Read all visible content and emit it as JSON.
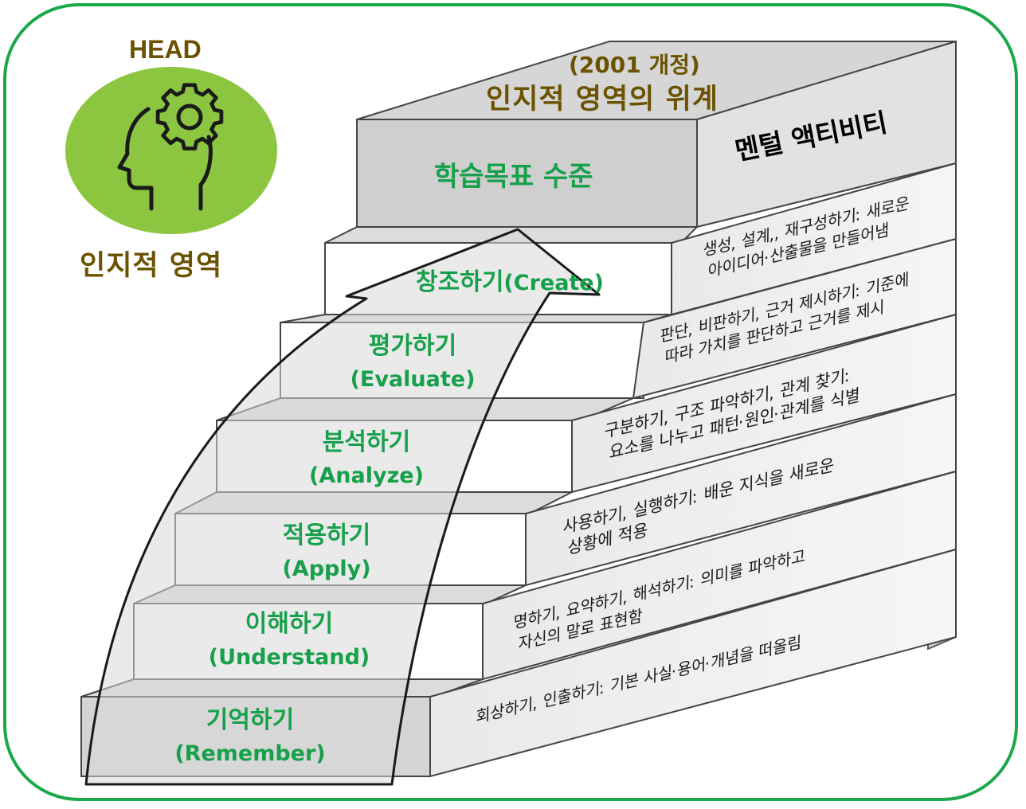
{
  "head_label": "HEAD",
  "domain_label": "인지적 영역",
  "revision_year": "(2001 개정)",
  "hierarchy_title": "인지적 영역의 위계",
  "column_headers": {
    "level": "학습목표 수준",
    "mental": "멘털 액티비티"
  },
  "levels": [
    {
      "ko": "창조하기",
      "en": "(Create)",
      "line1": "생성, 설계,, 재구성하기: 새로운",
      "line2": "아이디어·산출물을 만들어냄"
    },
    {
      "ko": "평가하기",
      "en": "(Evaluate)",
      "line1": "판단, 비판하기, 근거 제시하기: 기준에",
      "line2": "따라 가치를 판단하고 근거를 제시"
    },
    {
      "ko": "분석하기",
      "en": "(Analyze)",
      "line1": "구분하기, 구조 파악하기, 관계 찾기:",
      "line2": "요소를 나누고 패턴·원인·관계를 식별"
    },
    {
      "ko": "적용하기",
      "en": "(Apply)",
      "line1": "사용하기, 실행하기: 배운 지식을 새로운",
      "line2": "상황에 적용"
    },
    {
      "ko": "이해하기",
      "en": "(Understand)",
      "line1": "명하기, 요약하기, 해석하기: 의미를 파악하고",
      "line2": "자신의 말로 표현함"
    },
    {
      "ko": "기억하기",
      "en": "(Remember)",
      "line1": "회상하기, 인출하기: 기본 사실·용어·개념을 떠올림",
      "line2": ""
    }
  ],
  "colors": {
    "border": "#1aa84a",
    "accent_green": "#17a04b",
    "brown": "#6b5200",
    "head_circle": "#8cc641"
  },
  "icons": [
    "head-gear-icon"
  ]
}
